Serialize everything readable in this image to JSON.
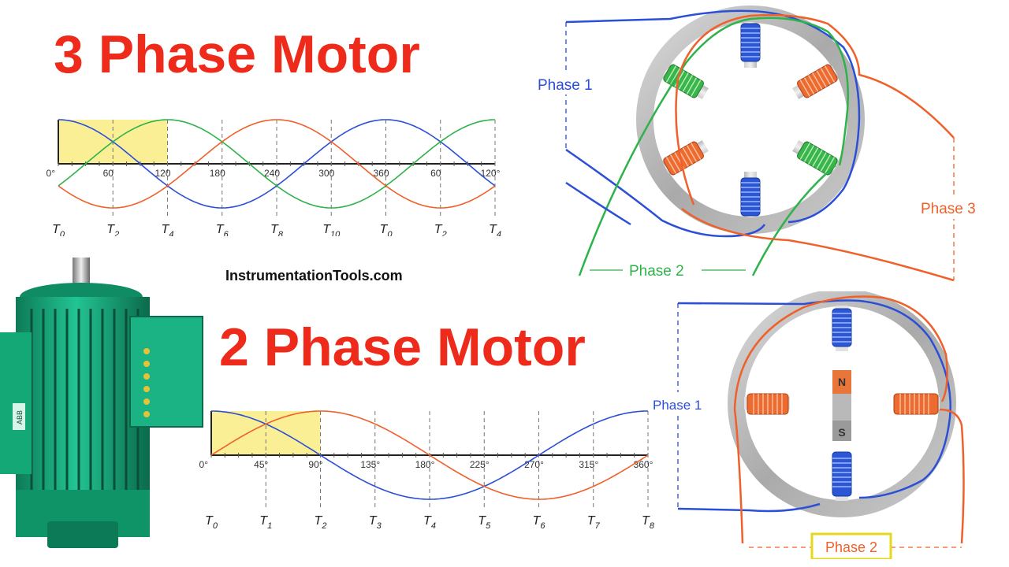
{
  "titles": {
    "three_phase": "3 Phase Motor",
    "two_phase": "2 Phase Motor",
    "site": "InstrumentationTools.com"
  },
  "colors": {
    "title": "#ee2a1b",
    "phase1": "#2b4fd6",
    "phase2_3ph": "#2db34a",
    "phase3": "#f0602a",
    "highlight": "#fbef96",
    "motor_body": "#1aa97a"
  },
  "chart_data": [
    {
      "type": "line",
      "name": "three_phase_waveform",
      "x_unit": "degrees",
      "x_ticks": [
        "0°",
        "60",
        "120",
        "180",
        "240",
        "300",
        "360",
        "60",
        "120°"
      ],
      "time_labels": [
        {
          "T": "T",
          "sub": "0"
        },
        {
          "T": "T",
          "sub": "2"
        },
        {
          "T": "T",
          "sub": "4"
        },
        {
          "T": "T",
          "sub": "6"
        },
        {
          "T": "T",
          "sub": "8"
        },
        {
          "T": "T",
          "sub": "10"
        },
        {
          "T": "T",
          "sub": "0"
        },
        {
          "T": "T",
          "sub": "2"
        },
        {
          "T": "T",
          "sub": "4"
        }
      ],
      "x_range": [
        0,
        480
      ],
      "y_range": [
        -1,
        1
      ],
      "highlight_range": [
        0,
        120
      ],
      "series": [
        {
          "color": "#2b4fd6",
          "phase_deg": 0
        },
        {
          "color": "#2db34a",
          "phase_deg": 120
        },
        {
          "color": "#f0602a",
          "phase_deg": 240
        }
      ]
    },
    {
      "type": "line",
      "name": "two_phase_waveform",
      "x_unit": "degrees",
      "x_ticks": [
        "0°",
        "45°",
        "90°",
        "135°",
        "180°",
        "225°",
        "270°",
        "315°",
        "360°"
      ],
      "time_labels": [
        {
          "T": "T",
          "sub": "0"
        },
        {
          "T": "T",
          "sub": "1"
        },
        {
          "T": "T",
          "sub": "2"
        },
        {
          "T": "T",
          "sub": "3"
        },
        {
          "T": "T",
          "sub": "4"
        },
        {
          "T": "T",
          "sub": "5"
        },
        {
          "T": "T",
          "sub": "6"
        },
        {
          "T": "T",
          "sub": "7"
        },
        {
          "T": "T",
          "sub": "8"
        }
      ],
      "x_range": [
        0,
        360
      ],
      "y_range": [
        -1,
        1
      ],
      "highlight_range": [
        0,
        90
      ],
      "series": [
        {
          "color": "#2b4fd6",
          "phase_deg": 0
        },
        {
          "color": "#f0602a",
          "phase_deg": 90
        }
      ]
    }
  ],
  "stator3": {
    "labels": {
      "phase1": "Phase 1",
      "phase2": "Phase 2",
      "phase3": "Phase 3"
    }
  },
  "stator2": {
    "labels": {
      "phase1": "Phase 1",
      "phase2": "Phase 2"
    },
    "rotor": {
      "north": "N",
      "south": "S"
    }
  },
  "motor": {
    "nameplate": "ABB"
  }
}
